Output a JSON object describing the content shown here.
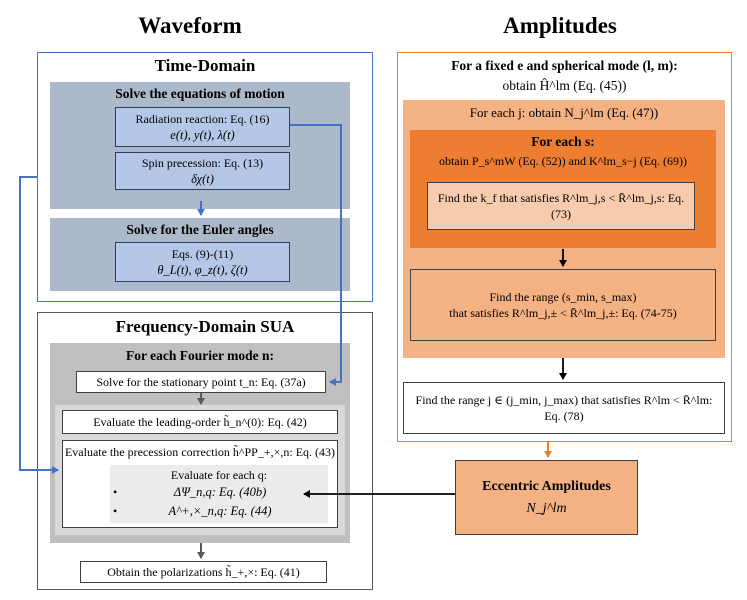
{
  "headers": {
    "waveform": "Waveform",
    "amplitudes": "Amplitudes"
  },
  "time_domain": {
    "title": "Time-Domain",
    "eom": {
      "title": "Solve the equations of motion",
      "radiation_label": "Radiation reaction: Eq. (16)",
      "radiation_vars": "e(t), y(t), λ(t)",
      "spin_label": "Spin precession: Eq. (13)",
      "spin_vars": "δχ(t)"
    },
    "euler": {
      "title": "Solve for the Euler angles",
      "eqs_label": "Eqs. (9)-(11)",
      "eqs_vars": "θ_L(t), φ_z(t), ζ(t)"
    }
  },
  "frequency_domain": {
    "title": "Frequency-Domain SUA",
    "fourier_title": "For each Fourier mode n:",
    "stationary": "Solve for the stationary point t_n: Eq. (37a)",
    "leading_order": "Evaluate the leading-order h̃_n^(0): Eq. (42)",
    "precession": "Evaluate the precession correction h̃^PP_+,×,n: Eq. (43)",
    "each_q": {
      "title": "Evaluate for each q:",
      "item1": "ΔΨ_n,q: Eq. (40b)",
      "item2": "A^+,×_n,q: Eq. (44)"
    },
    "polarizations": "Obtain the polarizations h̃_+,×: Eq. (41)"
  },
  "amplitudes": {
    "fixed_line1": "For a fixed e and spherical mode (l, m):",
    "fixed_line2": "obtain Ĥ^lm (Eq. (45))",
    "each_j": "For each j: obtain N_j^lm (Eq. (47))",
    "each_s_title": "For each s:",
    "each_s_line": "obtain P_s^mW (Eq. (52)) and K^lm_s−j (Eq. (69))",
    "kf_box": "Find the k_f that satisfies R^lm_j,s < R̄^lm_j,s: Eq. (73)",
    "range_s_line1": "Find the range (s_min, s_max)",
    "range_s_line2": "that satisfies R^lm_j,± < R̄^lm_j,±: Eq. (74-75)",
    "range_j_line1": "Find the range j ∈ (j_min, j_max) that satisfies R^lm < R̄^lm:",
    "range_j_line2": "Eq. (78)"
  },
  "eccentric": {
    "title": "Eccentric Amplitudes",
    "symbol": "N_j^lm"
  },
  "colors": {
    "waveform_frame": "#4472c4",
    "steel_panel": "#acb9ca",
    "blue_box": "#b4c7e7",
    "orange_frame": "#ed7d31",
    "orange_light": "#f4b183",
    "orange_dark": "#ed7d31",
    "orange_pale": "#f8cbad"
  }
}
